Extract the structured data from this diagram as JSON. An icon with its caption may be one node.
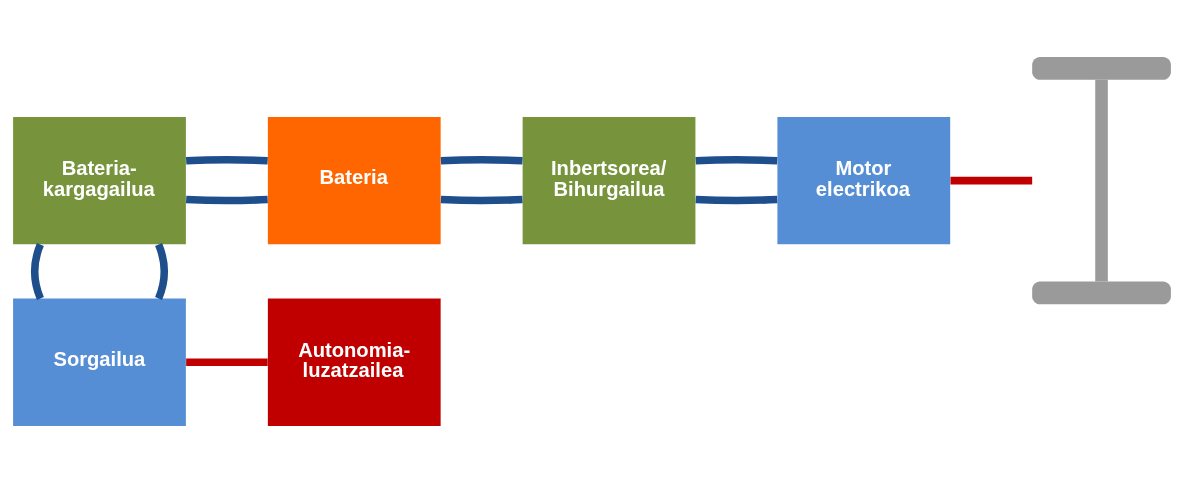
{
  "diagram": {
    "nodes": [
      {
        "text": [
          "Bateria-kargagailua"
        ]
      },
      {
        "text": [
          "Bateria"
        ]
      },
      {
        "text": [
          "Inbertsorea/ Bihurgailua"
        ]
      },
      {
        "text": [
          "Motor electrikoa"
        ]
      },
      {
        "text": [],
        "shape": "axle"
      },
      {
        "text": [
          "Sorgailua"
        ]
      },
      {
        "text": [
          "Autonomia-luzatzailea"
        ]
      }
    ],
    "edges": [
      {
        "from": 0,
        "to": 1,
        "arrow": "none"
      },
      {
        "from": 0,
        "to": 1,
        "arrow": "none"
      },
      {
        "from": 1,
        "to": 2,
        "arrow": "none"
      },
      {
        "from": 1,
        "to": 2,
        "arrow": "none"
      },
      {
        "from": 2,
        "to": 3,
        "arrow": "none"
      },
      {
        "from": 2,
        "to": 3,
        "arrow": "none"
      },
      {
        "from": 3,
        "to": 4,
        "arrow": "none",
        "color": "#c00000"
      },
      {
        "from": 0,
        "to": 5,
        "arrow": "none"
      },
      {
        "from": 0,
        "to": 5,
        "arrow": "none"
      },
      {
        "from": 5,
        "to": 6,
        "arrow": "none",
        "color": "#c00000"
      }
    ]
  }
}
